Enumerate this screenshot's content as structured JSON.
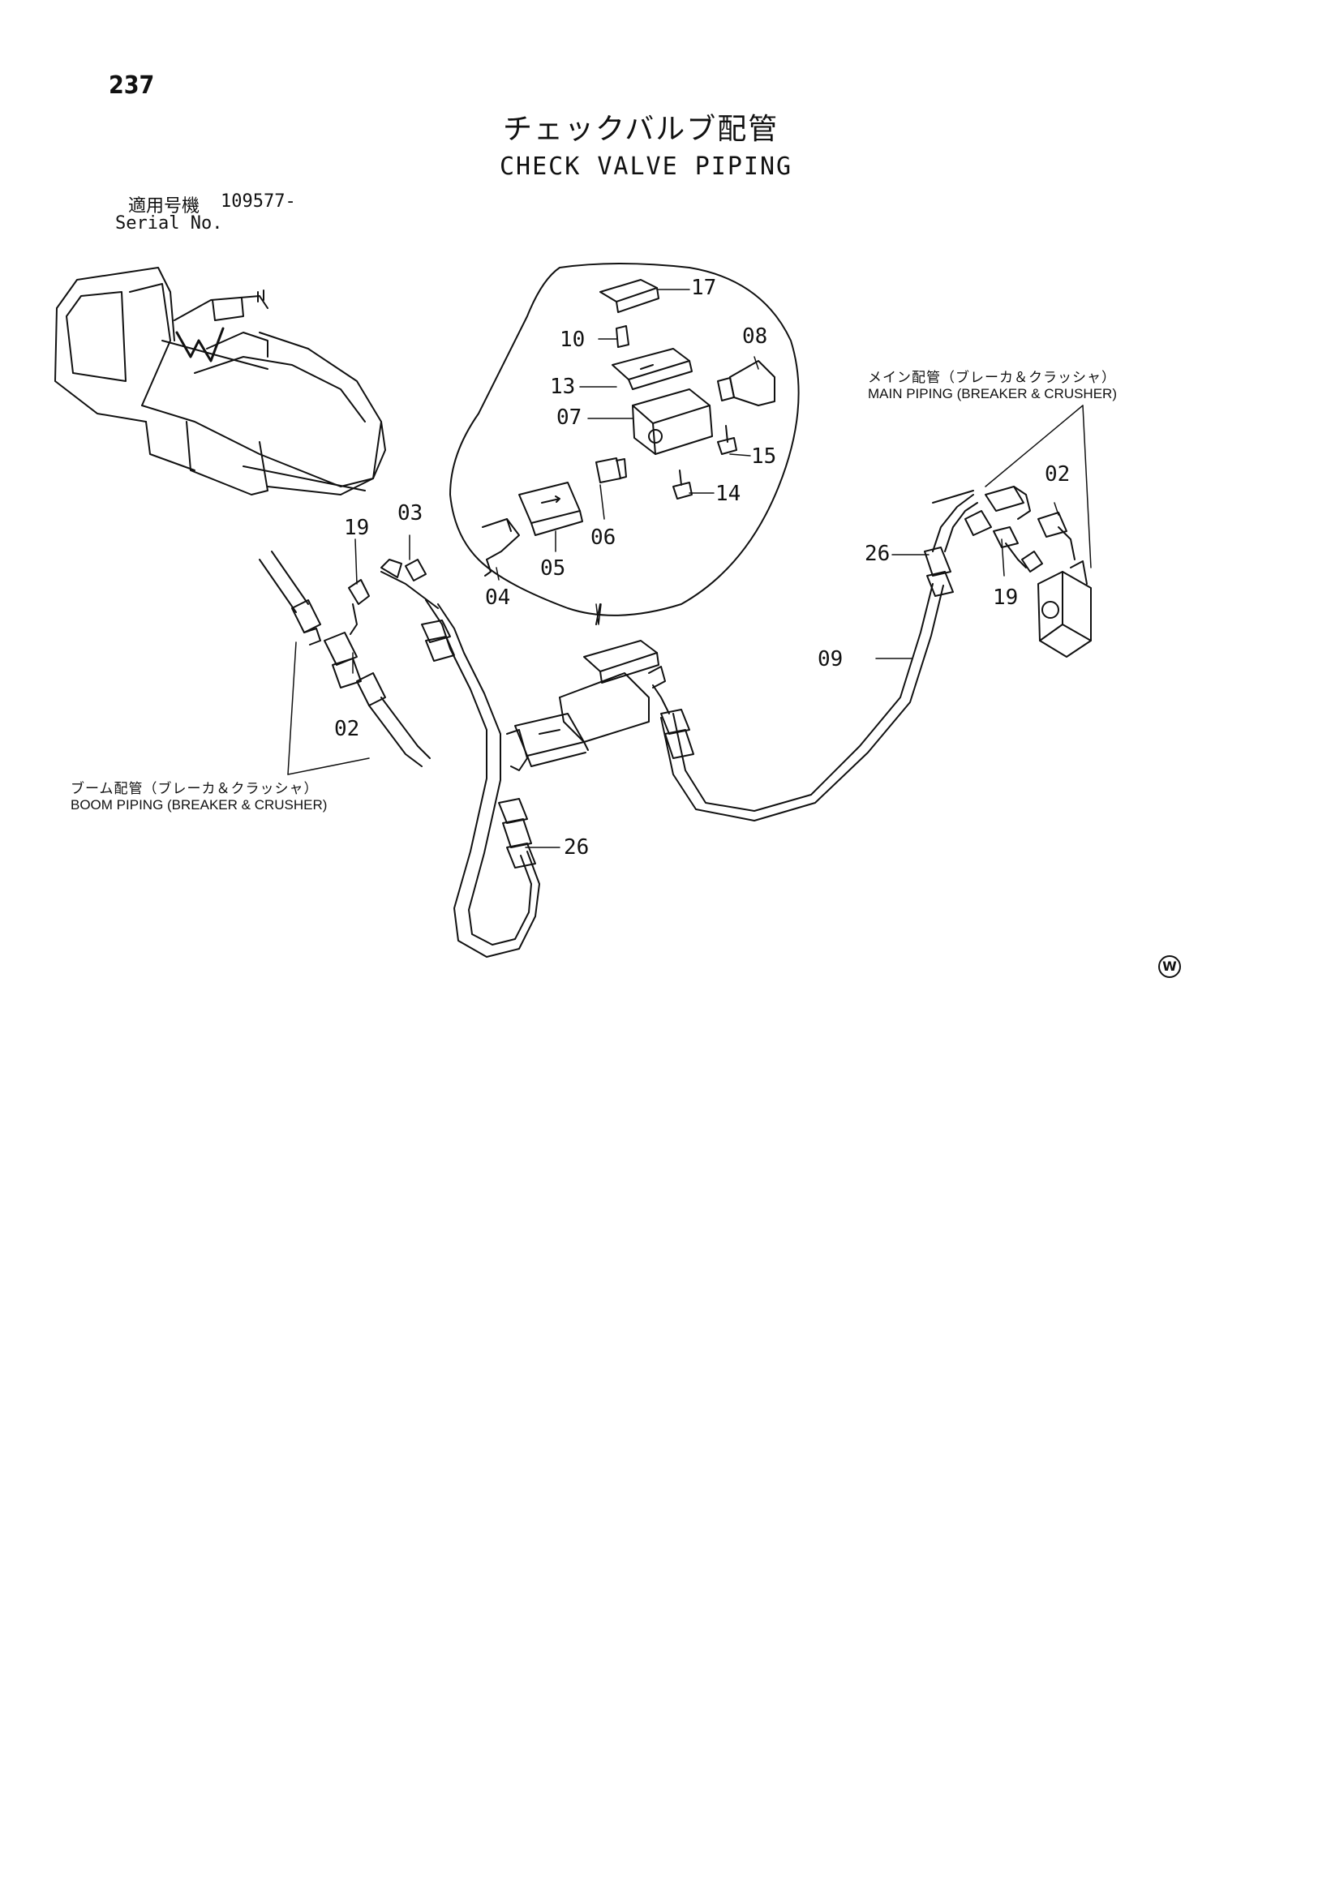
{
  "page": {
    "number": "237",
    "title_jp": "チェックバルブ配管",
    "title_en": "CHECK VALVE PIPING"
  },
  "serial": {
    "label_jp": "適用号機",
    "value": "109577-",
    "label_en": "Serial No."
  },
  "notes": {
    "main_piping_jp": "メイン配管（ブレーカ＆クラッシャ）",
    "main_piping_en": "MAIN PIPING (BREAKER & CRUSHER)",
    "boom_piping_jp": "ブーム配管（ブレーカ＆クラッシャ）",
    "boom_piping_en": "BOOM PIPING (BREAKER & CRUSHER)"
  },
  "callouts": {
    "c17": "17",
    "c10": "10",
    "c08": "08",
    "c13": "13",
    "c07": "07",
    "c15": "15",
    "c14": "14",
    "c06": "06",
    "c05": "05",
    "c04": "04",
    "c19_left": "19",
    "c03": "03",
    "c02_left": "02",
    "c26_center": "26",
    "c09": "09",
    "c26_right": "26",
    "c02_right": "02",
    "c19_right": "19"
  },
  "mark": "W"
}
